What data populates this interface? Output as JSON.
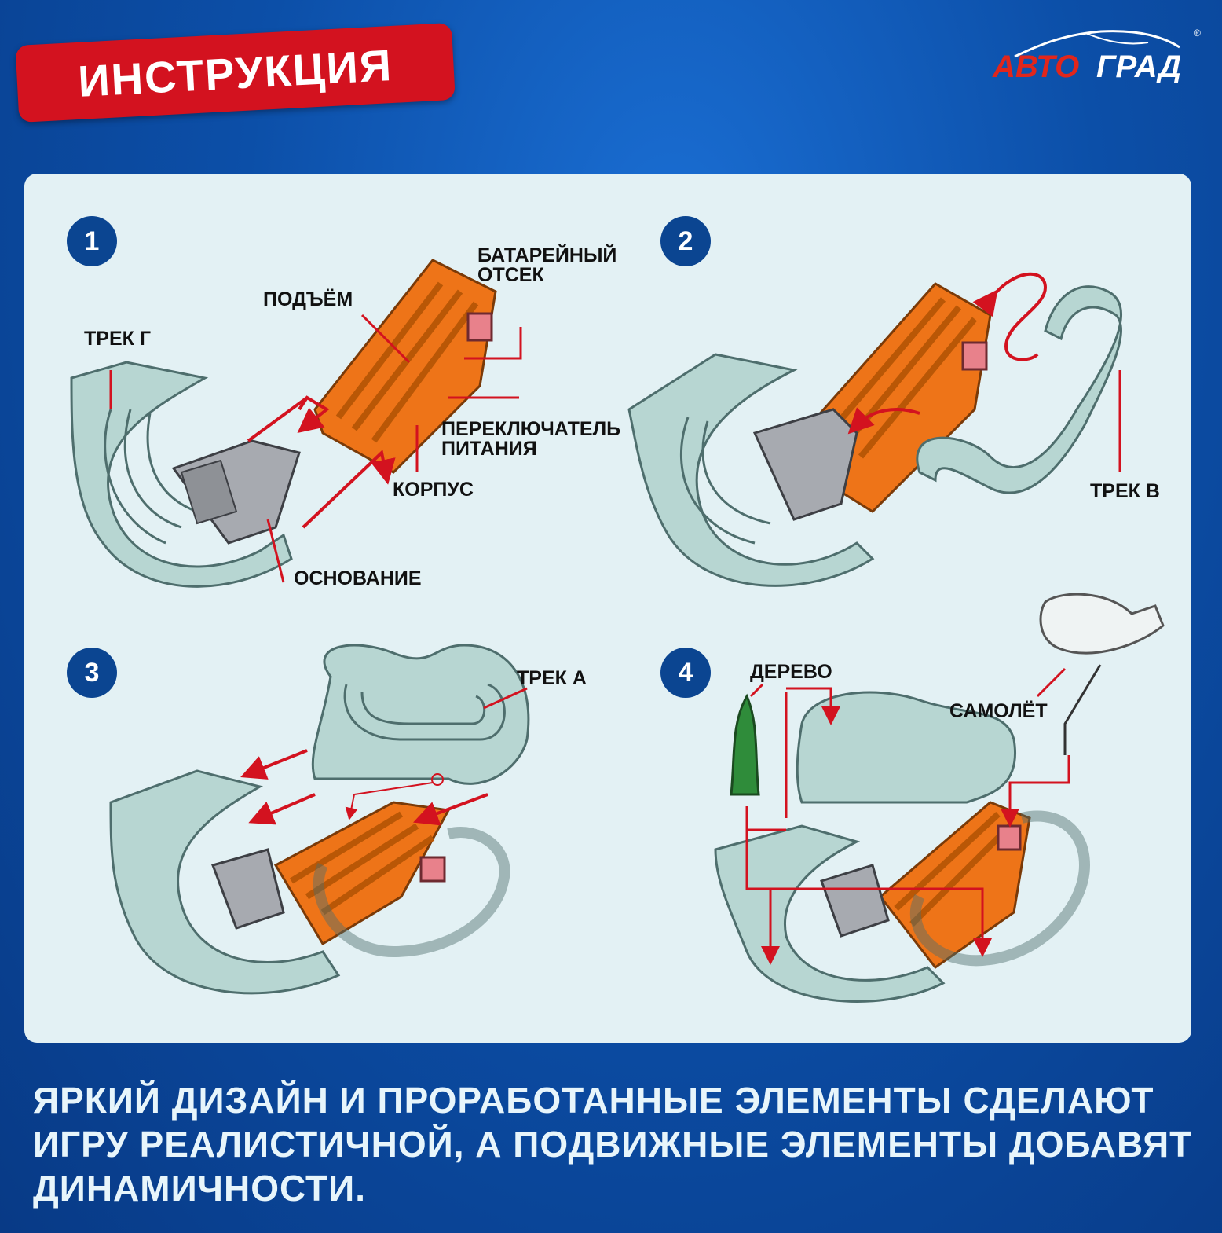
{
  "header": {
    "title": "ИНСТРУКЦИЯ",
    "brand_red": "АВТО",
    "brand_blue": "ГРАД",
    "registered_mark": "®"
  },
  "colors": {
    "background": "#0c4fa8",
    "banner": "#d3121f",
    "panel": "#e3f1f4",
    "badge": "#0b4591",
    "track": "#b7d6d2",
    "lift": "#ee7418",
    "arrow": "#d3121f"
  },
  "steps": [
    {
      "number": "1",
      "labels": {
        "battery": "БАТАРЕЙНЫЙ\nОТСЕК",
        "lift": "ПОДЪЁМ",
        "track_g": "ТРЕК Г",
        "switch": "ПЕРЕКЛЮЧАТЕЛЬ\nПИТАНИЯ",
        "body": "КОРПУС",
        "base": "ОСНОВАНИЕ"
      }
    },
    {
      "number": "2",
      "labels": {
        "track_v": "ТРЕК В"
      }
    },
    {
      "number": "3",
      "labels": {
        "track_a": "ТРЕК А"
      }
    },
    {
      "number": "4",
      "labels": {
        "tree": "ДЕРЕВО",
        "plane": "САМОЛЁТ"
      }
    }
  ],
  "caption": "ЯРКИЙ ДИЗАЙН И ПРОРАБОТАННЫЕ ЭЛЕМЕНТЫ СДЕЛАЮТ ИГРУ РЕАЛИСТИЧНОЙ, А ПОДВИЖНЫЕ ЭЛЕМЕНТЫ ДОБАВЯТ ДИНАМИЧНОСТИ."
}
